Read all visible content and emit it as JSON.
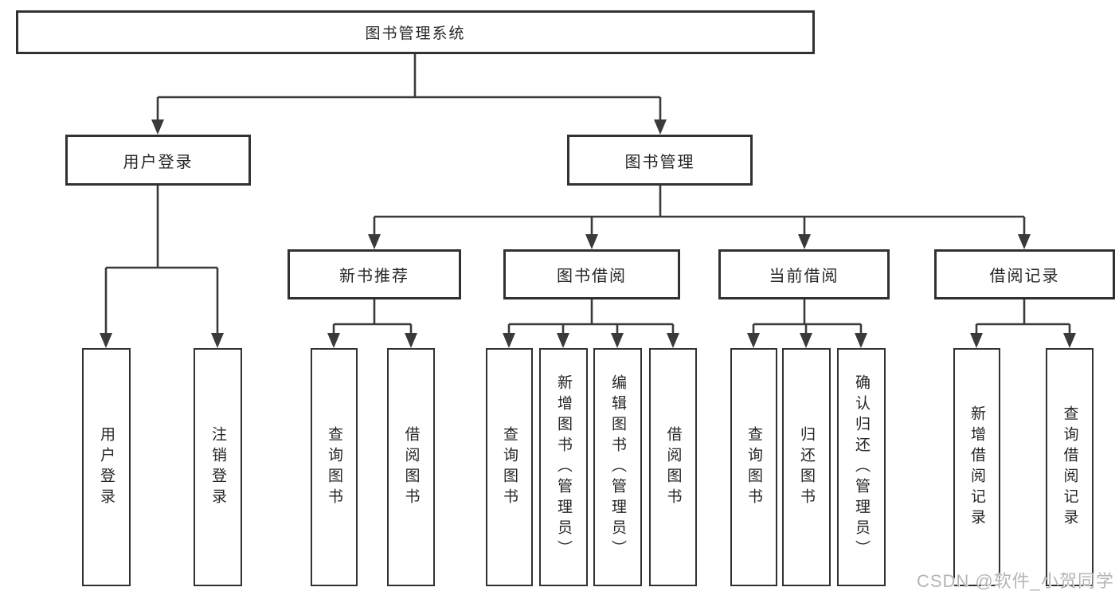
{
  "diagram_type": "functional-structure-chart",
  "tree": {
    "label": "图书管理系统",
    "children": [
      {
        "label": "用户登录",
        "children": [
          {
            "label": "用户登录"
          },
          {
            "label": "注销登录"
          }
        ]
      },
      {
        "label": "图书管理",
        "children": [
          {
            "label": "新书推荐",
            "children": [
              {
                "label": "查询图书"
              },
              {
                "label": "借阅图书"
              }
            ]
          },
          {
            "label": "图书借阅",
            "children": [
              {
                "label": "查询图书"
              },
              {
                "label": "新增图书（管理员）"
              },
              {
                "label": "编辑图书（管理员）"
              },
              {
                "label": "借阅图书"
              }
            ]
          },
          {
            "label": "当前借阅",
            "children": [
              {
                "label": "查询图书"
              },
              {
                "label": "归还图书"
              },
              {
                "label": "确认归还（管理员）"
              }
            ]
          },
          {
            "label": "借阅记录",
            "children": [
              {
                "label": "新增借阅记录"
              },
              {
                "label": "查询借阅记录"
              }
            ]
          }
        ]
      }
    ]
  },
  "colors": {
    "line": "#3a3a3a",
    "box_border": "#313131",
    "text": "#262626",
    "background": "#ffffff",
    "watermark": "#b5b5b5"
  },
  "watermark": {
    "text": "CSDN @软件_小贺同学"
  }
}
